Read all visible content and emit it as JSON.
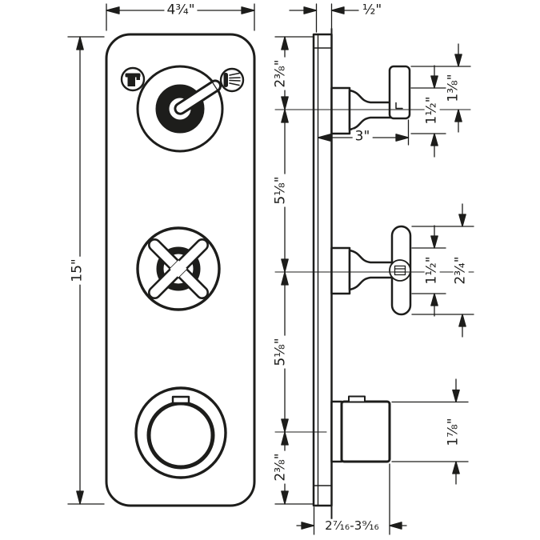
{
  "dimensions": {
    "plate_width": "4¾\"",
    "plate_thickness": "½\"",
    "plate_height": "15\"",
    "top_handle_offset": "2⅜\"",
    "handle_spacing_upper": "5⅛\"",
    "handle_spacing_lower": "5⅛\"",
    "bottom_handle_offset": "2⅜\"",
    "handle_projection": "3\"",
    "lever_above_center": "1⅜\"",
    "top_escutcheon_diameter": "1½\"",
    "cross_escutcheon_diameter": "1½\"",
    "cross_handle_length": "2¾\"",
    "knob_diameter": "1⅞\"",
    "install_depth_range": "2⁷⁄₁₆-3⁹⁄₁₆"
  },
  "icons": {
    "top_left": "spout-icon",
    "top_right": "handshower-icon"
  },
  "colors": {
    "line": "#1d1d1b",
    "background": "#ffffff"
  }
}
